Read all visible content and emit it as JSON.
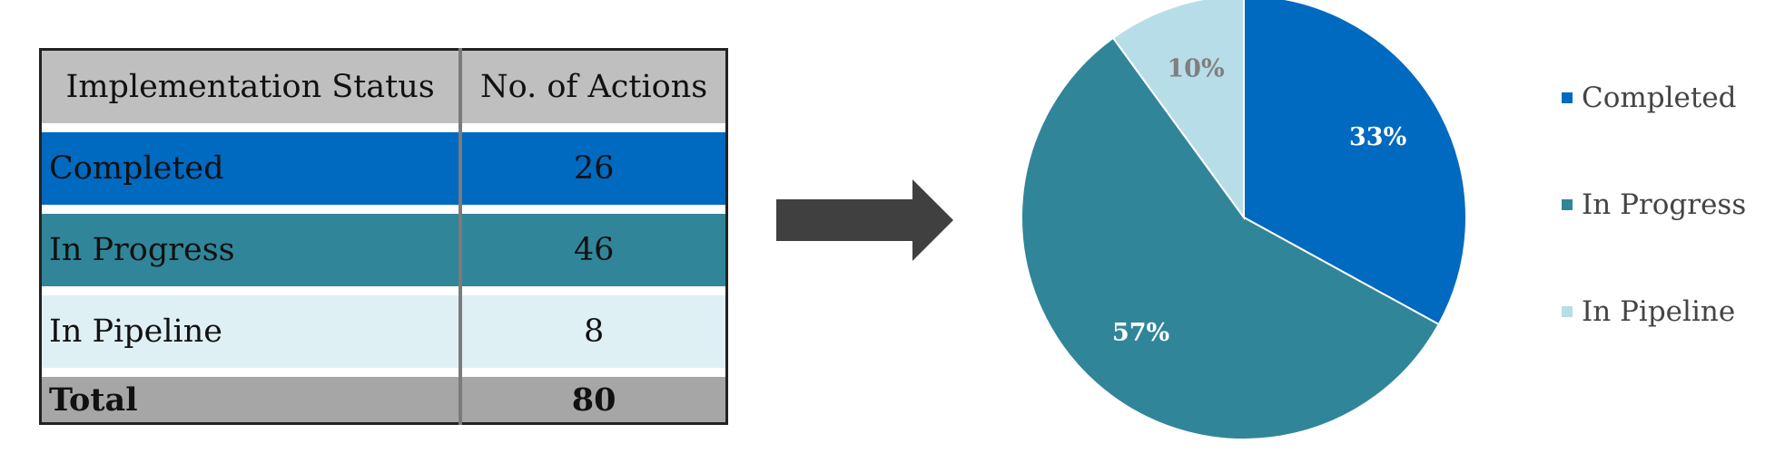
{
  "table": {
    "headers": [
      "Implementation Status",
      "No. of Actions"
    ],
    "rows": [
      {
        "status": "Completed",
        "count": "26",
        "color": "#0069c0"
      },
      {
        "status": "In Progress",
        "count": "46",
        "color": "#318599"
      },
      {
        "status": "In Pipeline",
        "count": "8",
        "color": "#dff0f4"
      }
    ],
    "total": {
      "label": "Total",
      "count": "80"
    }
  },
  "colors": {
    "header_bg": "#bfbfbf",
    "total_bg": "#a6a6a6",
    "arrow": "#404040"
  },
  "chart_data": {
    "type": "pie",
    "categories": [
      "Completed",
      "In Progress",
      "In Pipeline"
    ],
    "values": [
      33,
      57,
      10
    ],
    "labels": [
      "33%",
      "57%",
      "10%"
    ],
    "colors": [
      "#0069c0",
      "#318599",
      "#b7dde8"
    ],
    "label_colors": [
      "#ffffff",
      "#ffffff",
      "#7f7f7f"
    ],
    "legend_position": "right"
  }
}
